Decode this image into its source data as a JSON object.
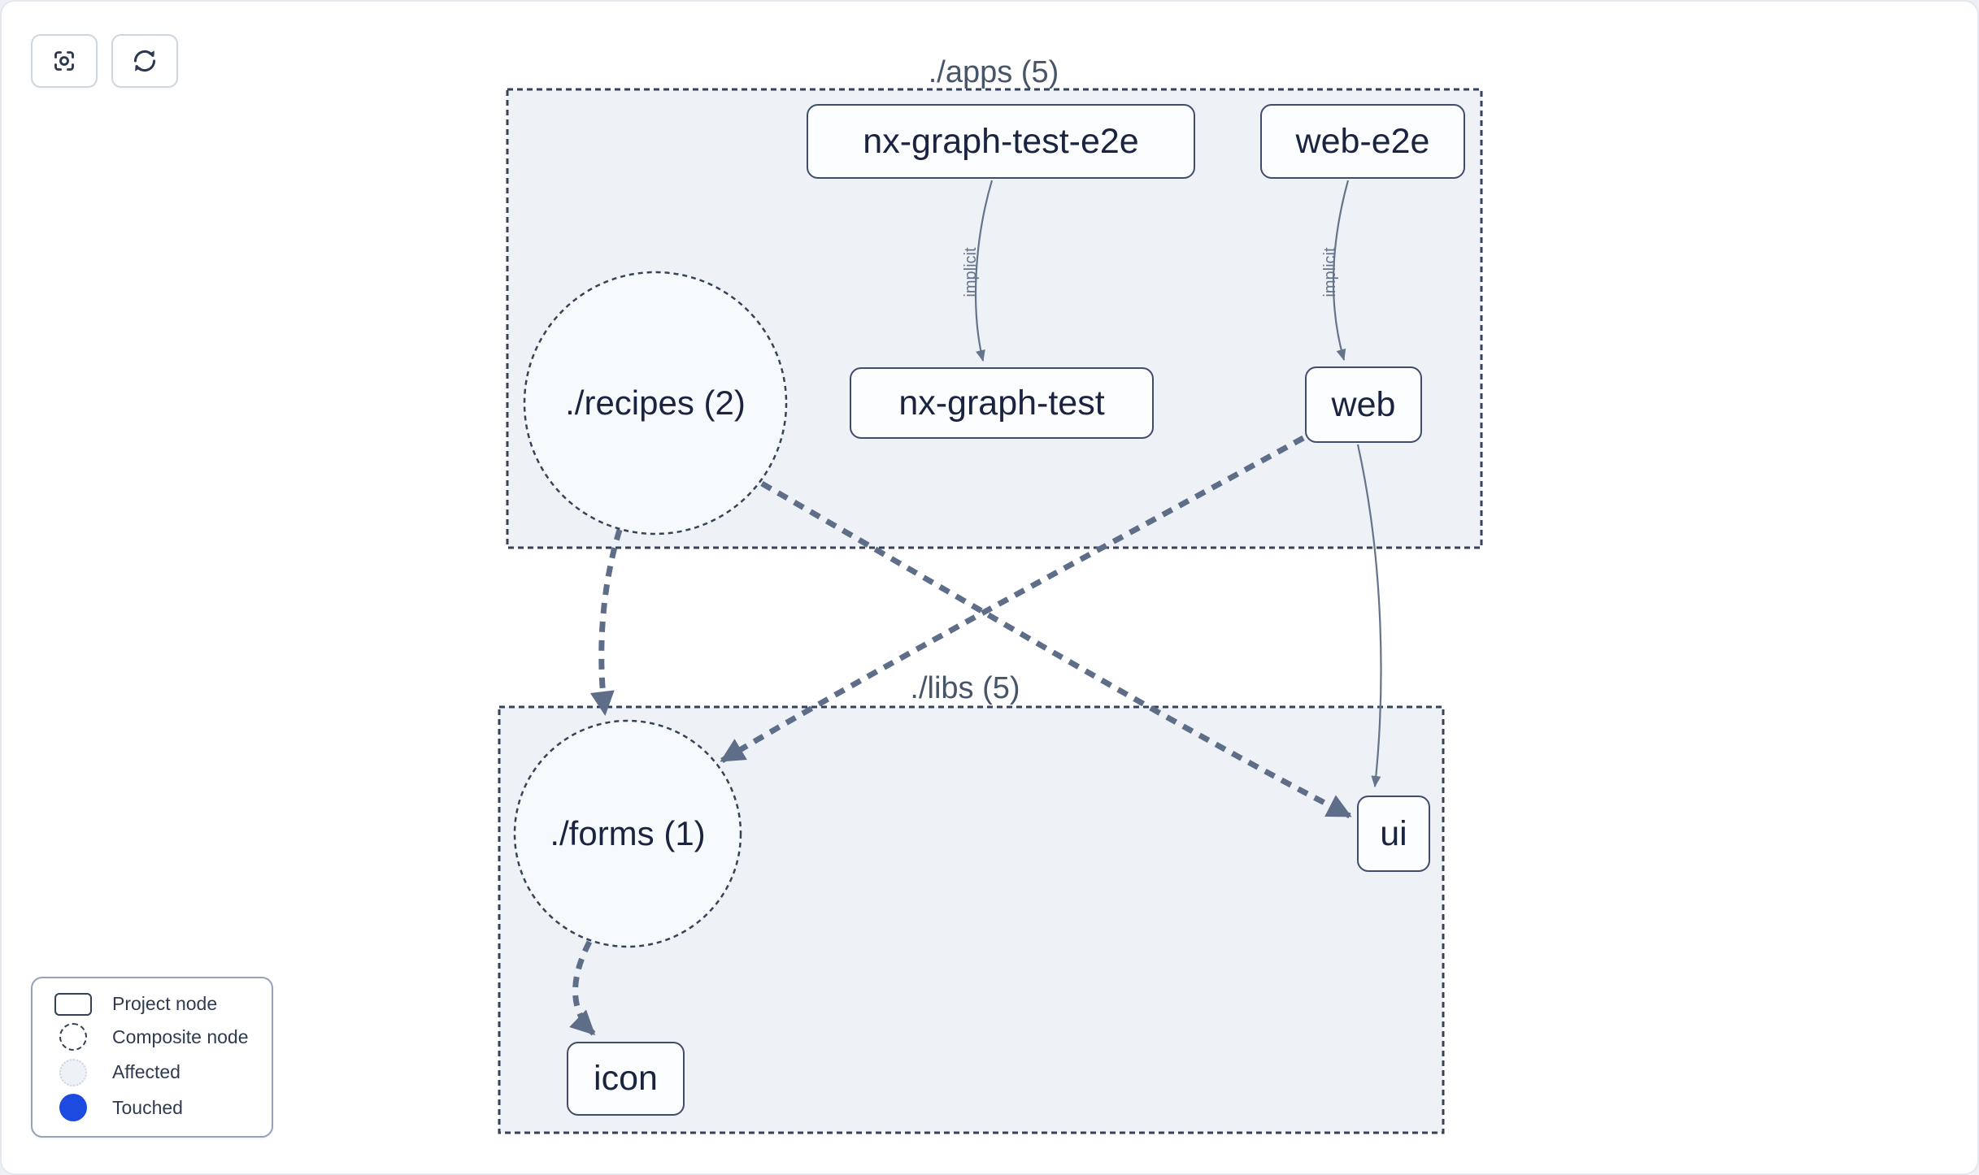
{
  "toolbar": {
    "buttons": [
      {
        "name": "center-graph",
        "icon": "focus-icon"
      },
      {
        "name": "refresh-graph",
        "icon": "refresh-icon"
      }
    ]
  },
  "graph": {
    "groups": {
      "apps": {
        "label": "./apps (5)"
      },
      "libs": {
        "label": "./libs (5)"
      }
    },
    "nodes": {
      "nx_graph_test_e2e": {
        "label": "nx-graph-test-e2e",
        "type": "project"
      },
      "web_e2e": {
        "label": "web-e2e",
        "type": "project"
      },
      "recipes": {
        "label": "./recipes (2)",
        "type": "composite"
      },
      "nx_graph_test": {
        "label": "nx-graph-test",
        "type": "project"
      },
      "web": {
        "label": "web",
        "type": "project"
      },
      "forms": {
        "label": "./forms (1)",
        "type": "composite"
      },
      "ui": {
        "label": "ui",
        "type": "project"
      },
      "icon": {
        "label": "icon",
        "type": "project"
      }
    },
    "edges": [
      {
        "from": "nx-graph-test-e2e",
        "to": "nx-graph-test",
        "label": "implicit",
        "style": "solid"
      },
      {
        "from": "web-e2e",
        "to": "web",
        "label": "implicit",
        "style": "solid"
      },
      {
        "from": "./recipes (2)",
        "to": "./forms (1)",
        "label": "",
        "style": "dashed"
      },
      {
        "from": "./recipes (2)",
        "to": "ui",
        "label": "",
        "style": "dashed"
      },
      {
        "from": "web",
        "to": "./forms (1)",
        "label": "",
        "style": "dashed"
      },
      {
        "from": "web",
        "to": "ui",
        "label": "",
        "style": "solid"
      },
      {
        "from": "./forms (1)",
        "to": "icon",
        "label": "",
        "style": "dashed"
      }
    ]
  },
  "legend": {
    "items": [
      {
        "symbol": "project-node-symbol",
        "label": "Project node"
      },
      {
        "symbol": "composite-node-symbol",
        "label": "Composite node"
      },
      {
        "symbol": "affected-symbol",
        "label": "Affected"
      },
      {
        "symbol": "touched-symbol",
        "label": "Touched"
      }
    ]
  },
  "colors": {
    "touched_blue": "#1d4be0",
    "edge_solid": "#64748b",
    "edge_dashed": "#5e6e88",
    "node_border": "#3f4d6b",
    "group_border": "#364257",
    "group_fill": "#eef2f7",
    "title_text": "#475569"
  }
}
